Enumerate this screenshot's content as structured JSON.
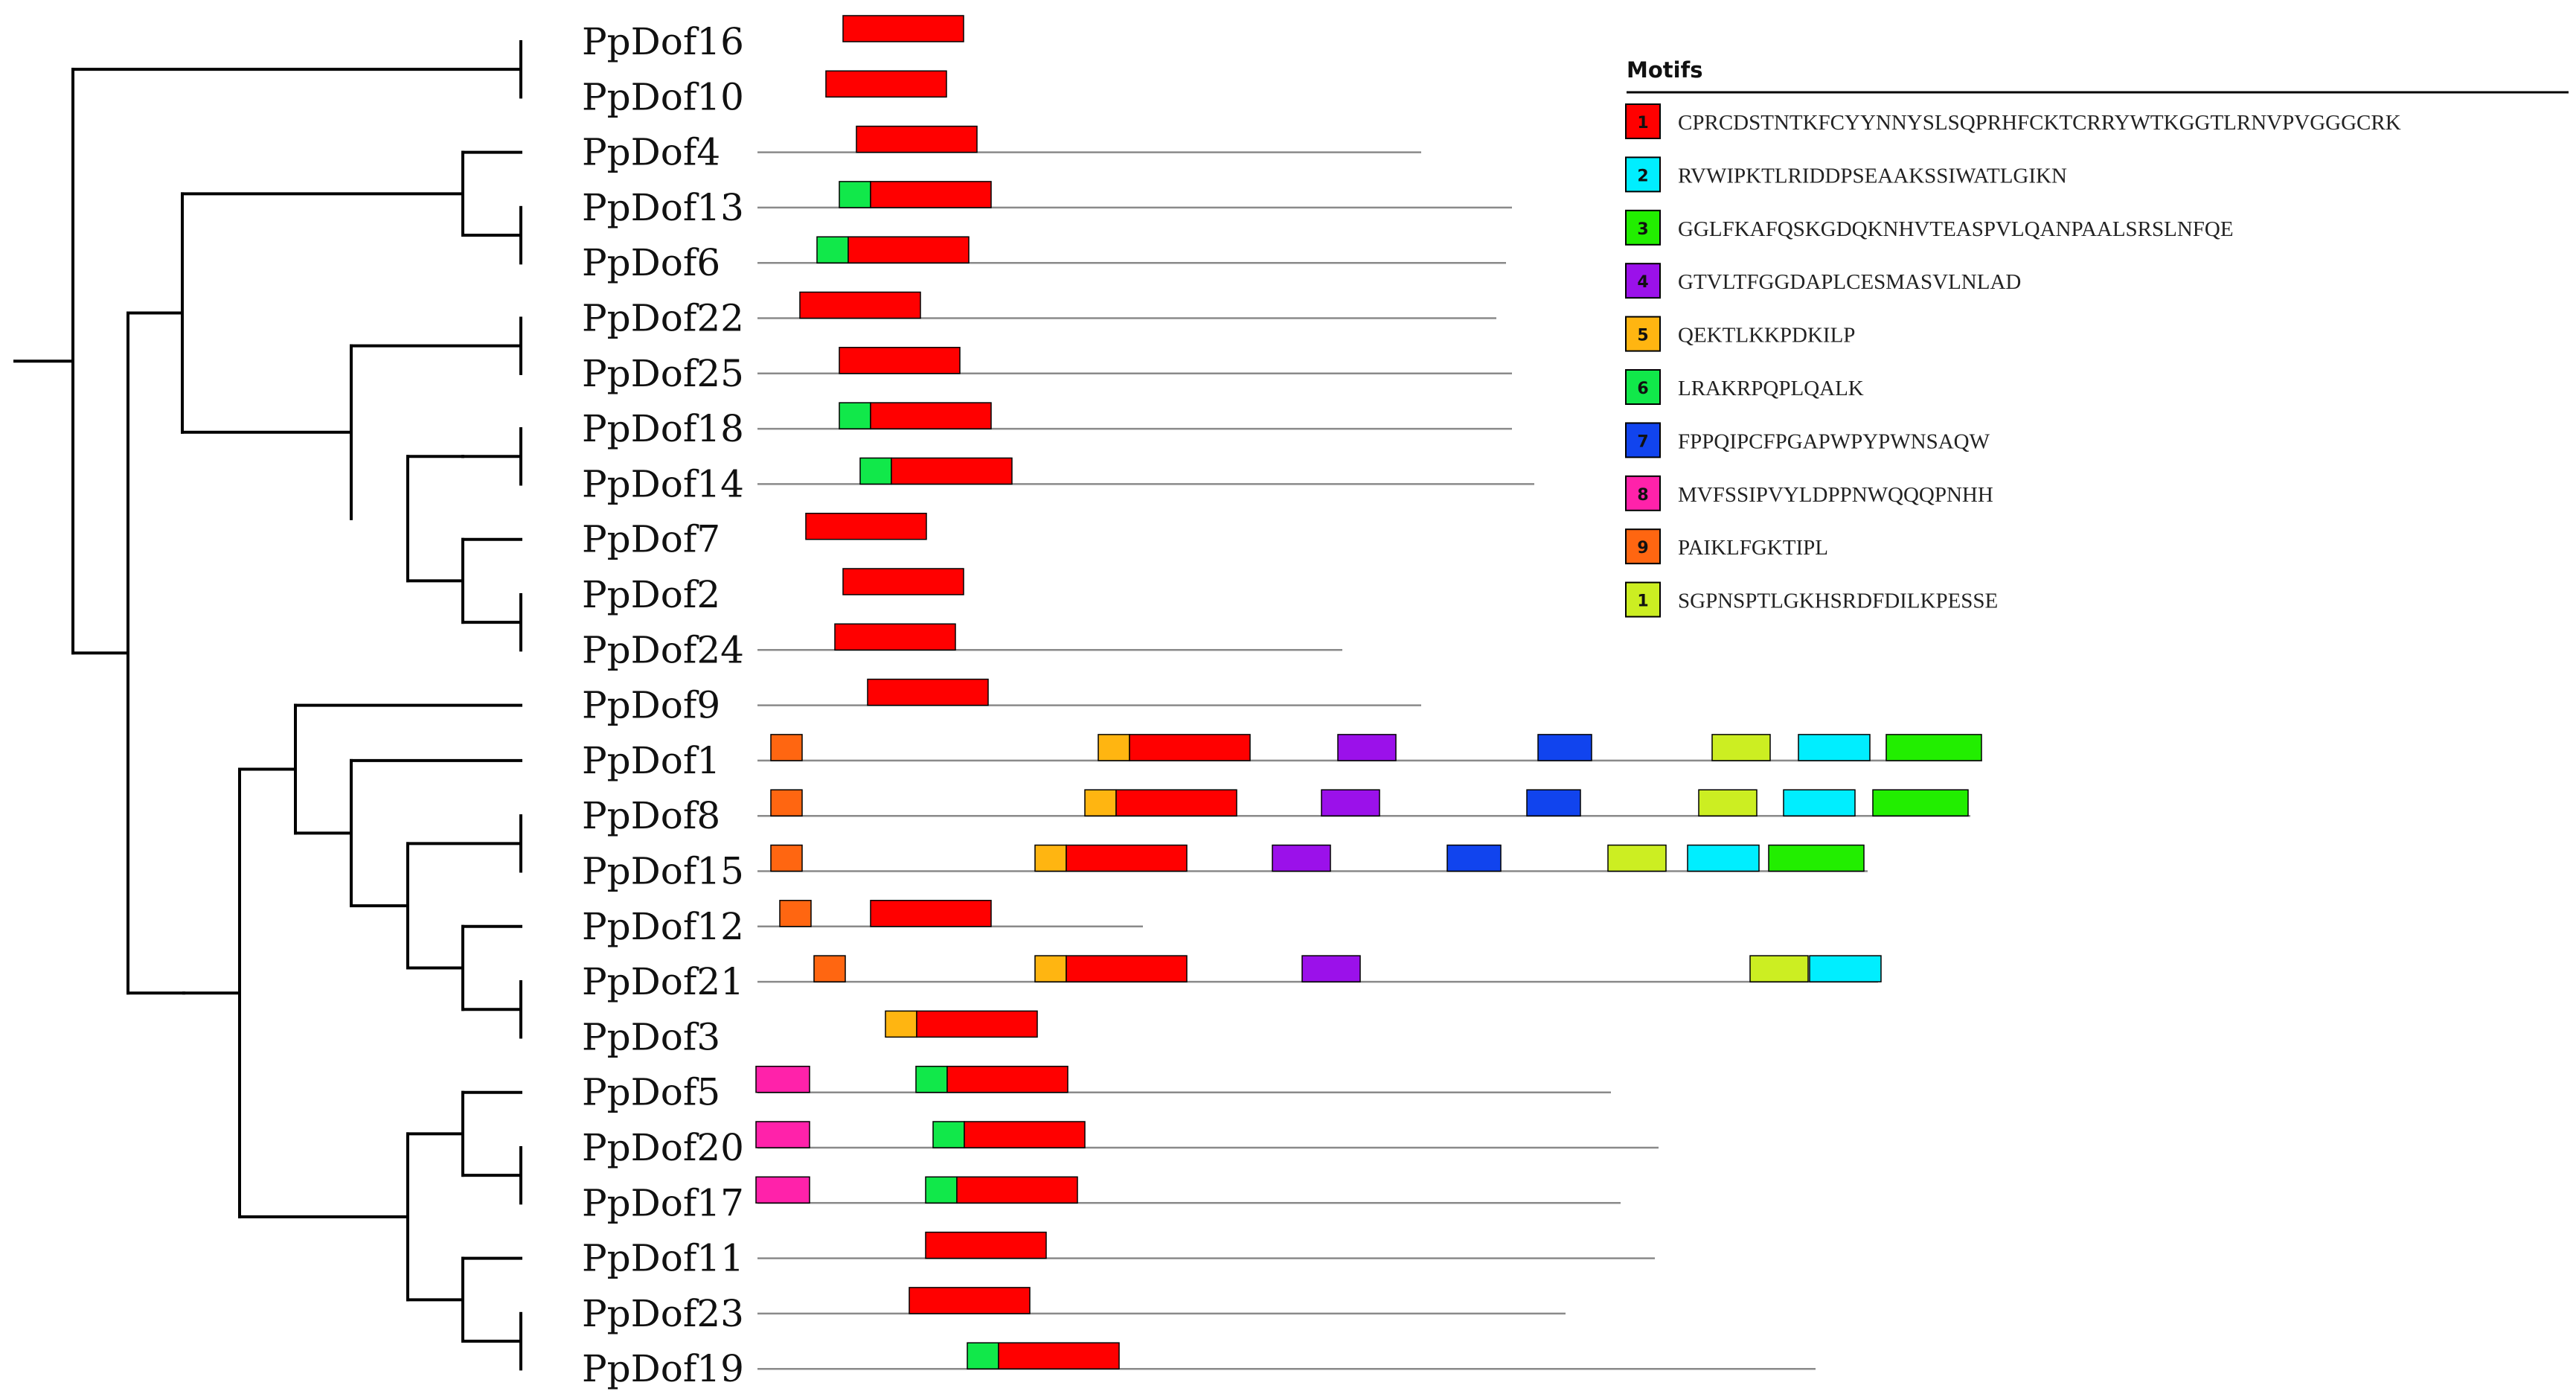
{
  "legend": {
    "title": "Motifs",
    "motifs": [
      {
        "id": "m1",
        "number": "1",
        "sequence": "CPRCDSTNTKFCYYNNYSLSQPRHFCKTCRRYWTKGGTLRNVPVGGGCRK",
        "color": "#ff0000"
      },
      {
        "id": "m2",
        "number": "2",
        "sequence": "RVWIPKTLRIDDPSEAAKSSIWATLGIKN",
        "color": "#00eeff"
      },
      {
        "id": "m3",
        "number": "3",
        "sequence": "GGLFKAFQSKGDQKNHVTEASPVLQANPAALSRSLNFQE",
        "color": "#22ee00"
      },
      {
        "id": "m4",
        "number": "4",
        "sequence": "GTVLTFGGDAPLCESMASVLNLAD",
        "color": "#9b11ea"
      },
      {
        "id": "m5",
        "number": "5",
        "sequence": "QEKTLKKPDKILP",
        "color": "#ffb511"
      },
      {
        "id": "m6",
        "number": "6",
        "sequence": "LRAKRPQPLQALK",
        "color": "#11e84a"
      },
      {
        "id": "m7",
        "number": "7",
        "sequence": "FPPQIPCFPGAPWPYPWNSAQW",
        "color": "#1144ee"
      },
      {
        "id": "m8",
        "number": "8",
        "sequence": "MVFSSIPVYLDPPNWQQQPNHH",
        "color": "#ff22aa"
      },
      {
        "id": "m9",
        "number": "9",
        "sequence": "PAIKLFGKTIPL",
        "color": "#ff6611"
      },
      {
        "id": "m10",
        "number": "1",
        "sequence": "SGPNSPTLGKHSRDFDILKPESSE",
        "color": "#ccee22"
      }
    ]
  },
  "genes": [
    {
      "name": "PpDof16",
      "length": 0,
      "motifs": [
        {
          "m": "m1",
          "start": 1133
        }
      ]
    },
    {
      "name": "PpDof10",
      "length": 0,
      "motifs": [
        {
          "m": "m1",
          "start": 1110
        }
      ]
    },
    {
      "name": "PpDof4",
      "length": 1910,
      "motifs": [
        {
          "m": "m1",
          "start": 1151
        }
      ]
    },
    {
      "name": "PpDof13",
      "length": 2032,
      "motifs": [
        {
          "m": "m6",
          "start": 1128
        },
        {
          "m": "m1",
          "start": 1170
        }
      ]
    },
    {
      "name": "PpDof6",
      "length": 2024,
      "motifs": [
        {
          "m": "m6",
          "start": 1098
        },
        {
          "m": "m1",
          "start": 1140
        }
      ]
    },
    {
      "name": "PpDof22",
      "length": 2011,
      "motifs": [
        {
          "m": "m1",
          "start": 1075
        }
      ]
    },
    {
      "name": "PpDof25",
      "length": 2032,
      "motifs": [
        {
          "m": "m1",
          "start": 1128
        }
      ]
    },
    {
      "name": "PpDof18",
      "length": 2032,
      "motifs": [
        {
          "m": "m6",
          "start": 1128
        },
        {
          "m": "m1",
          "start": 1170
        }
      ]
    },
    {
      "name": "PpDof14",
      "length": 2062,
      "motifs": [
        {
          "m": "m6",
          "start": 1156
        },
        {
          "m": "m1",
          "start": 1198
        }
      ]
    },
    {
      "name": "PpDof7",
      "length": 0,
      "motifs": [
        {
          "m": "m1",
          "start": 1083
        }
      ]
    },
    {
      "name": "PpDof2",
      "length": 0,
      "motifs": [
        {
          "m": "m1",
          "start": 1133
        }
      ]
    },
    {
      "name": "PpDof24",
      "length": 1804,
      "motifs": [
        {
          "m": "m1",
          "start": 1122
        }
      ]
    },
    {
      "name": "PpDof9",
      "length": 1910,
      "motifs": [
        {
          "m": "m1",
          "start": 1166
        }
      ]
    },
    {
      "name": "PpDof1",
      "length": 2664,
      "motifs": [
        {
          "m": "m9",
          "start": 1036
        },
        {
          "m": "m5",
          "start": 1476
        },
        {
          "m": "m1",
          "start": 1518
        },
        {
          "m": "m4",
          "start": 1798
        },
        {
          "m": "m7",
          "start": 2067
        },
        {
          "m": "m10",
          "start": 2301
        },
        {
          "m": "m2",
          "start": 2417
        },
        {
          "m": "m3",
          "start": 2535
        }
      ]
    },
    {
      "name": "PpDof8",
      "length": 2648,
      "motifs": [
        {
          "m": "m9",
          "start": 1036
        },
        {
          "m": "m5",
          "start": 1458
        },
        {
          "m": "m1",
          "start": 1500
        },
        {
          "m": "m4",
          "start": 1776
        },
        {
          "m": "m7",
          "start": 2052
        },
        {
          "m": "m10",
          "start": 2283
        },
        {
          "m": "m2",
          "start": 2397
        },
        {
          "m": "m3",
          "start": 2517
        }
      ]
    },
    {
      "name": "PpDof15",
      "length": 2510,
      "motifs": [
        {
          "m": "m9",
          "start": 1036
        },
        {
          "m": "m5",
          "start": 1391
        },
        {
          "m": "m1",
          "start": 1433
        },
        {
          "m": "m4",
          "start": 1710
        },
        {
          "m": "m7",
          "start": 1945
        },
        {
          "m": "m10",
          "start": 2161
        },
        {
          "m": "m2",
          "start": 2268
        },
        {
          "m": "m3",
          "start": 2377
        }
      ]
    },
    {
      "name": "PpDof12",
      "length": 1536,
      "motifs": [
        {
          "m": "m9",
          "start": 1048
        },
        {
          "m": "m1",
          "start": 1170
        }
      ]
    },
    {
      "name": "PpDof21",
      "length": 2524,
      "motifs": [
        {
          "m": "m9",
          "start": 1094
        },
        {
          "m": "m5",
          "start": 1391
        },
        {
          "m": "m1",
          "start": 1433
        },
        {
          "m": "m4",
          "start": 1750
        },
        {
          "m": "m10",
          "start": 2352
        },
        {
          "m": "m2",
          "start": 2432
        }
      ]
    },
    {
      "name": "PpDof3",
      "length": 0,
      "motifs": [
        {
          "m": "m5",
          "start": 1190
        },
        {
          "m": "m1",
          "start": 1232
        }
      ]
    },
    {
      "name": "PpDof5",
      "length": 2165,
      "motifs": [
        {
          "m": "m8",
          "start": 1016
        },
        {
          "m": "m6",
          "start": 1231
        },
        {
          "m": "m1",
          "start": 1273
        }
      ]
    },
    {
      "name": "PpDof20",
      "length": 2229,
      "motifs": [
        {
          "m": "m8",
          "start": 1016
        },
        {
          "m": "m6",
          "start": 1254
        },
        {
          "m": "m1",
          "start": 1296
        }
      ]
    },
    {
      "name": "PpDof17",
      "length": 2178,
      "motifs": [
        {
          "m": "m8",
          "start": 1016
        },
        {
          "m": "m6",
          "start": 1244
        },
        {
          "m": "m1",
          "start": 1286
        }
      ]
    },
    {
      "name": "PpDof11",
      "length": 2224,
      "motifs": [
        {
          "m": "m1",
          "start": 1244
        }
      ]
    },
    {
      "name": "PpDof23",
      "length": 2104,
      "motifs": [
        {
          "m": "m1",
          "start": 1222
        }
      ]
    },
    {
      "name": "PpDof19",
      "length": 2440,
      "motifs": [
        {
          "m": "m6",
          "start": 1300
        },
        {
          "m": "m1",
          "start": 1342
        }
      ]
    }
  ]
}
